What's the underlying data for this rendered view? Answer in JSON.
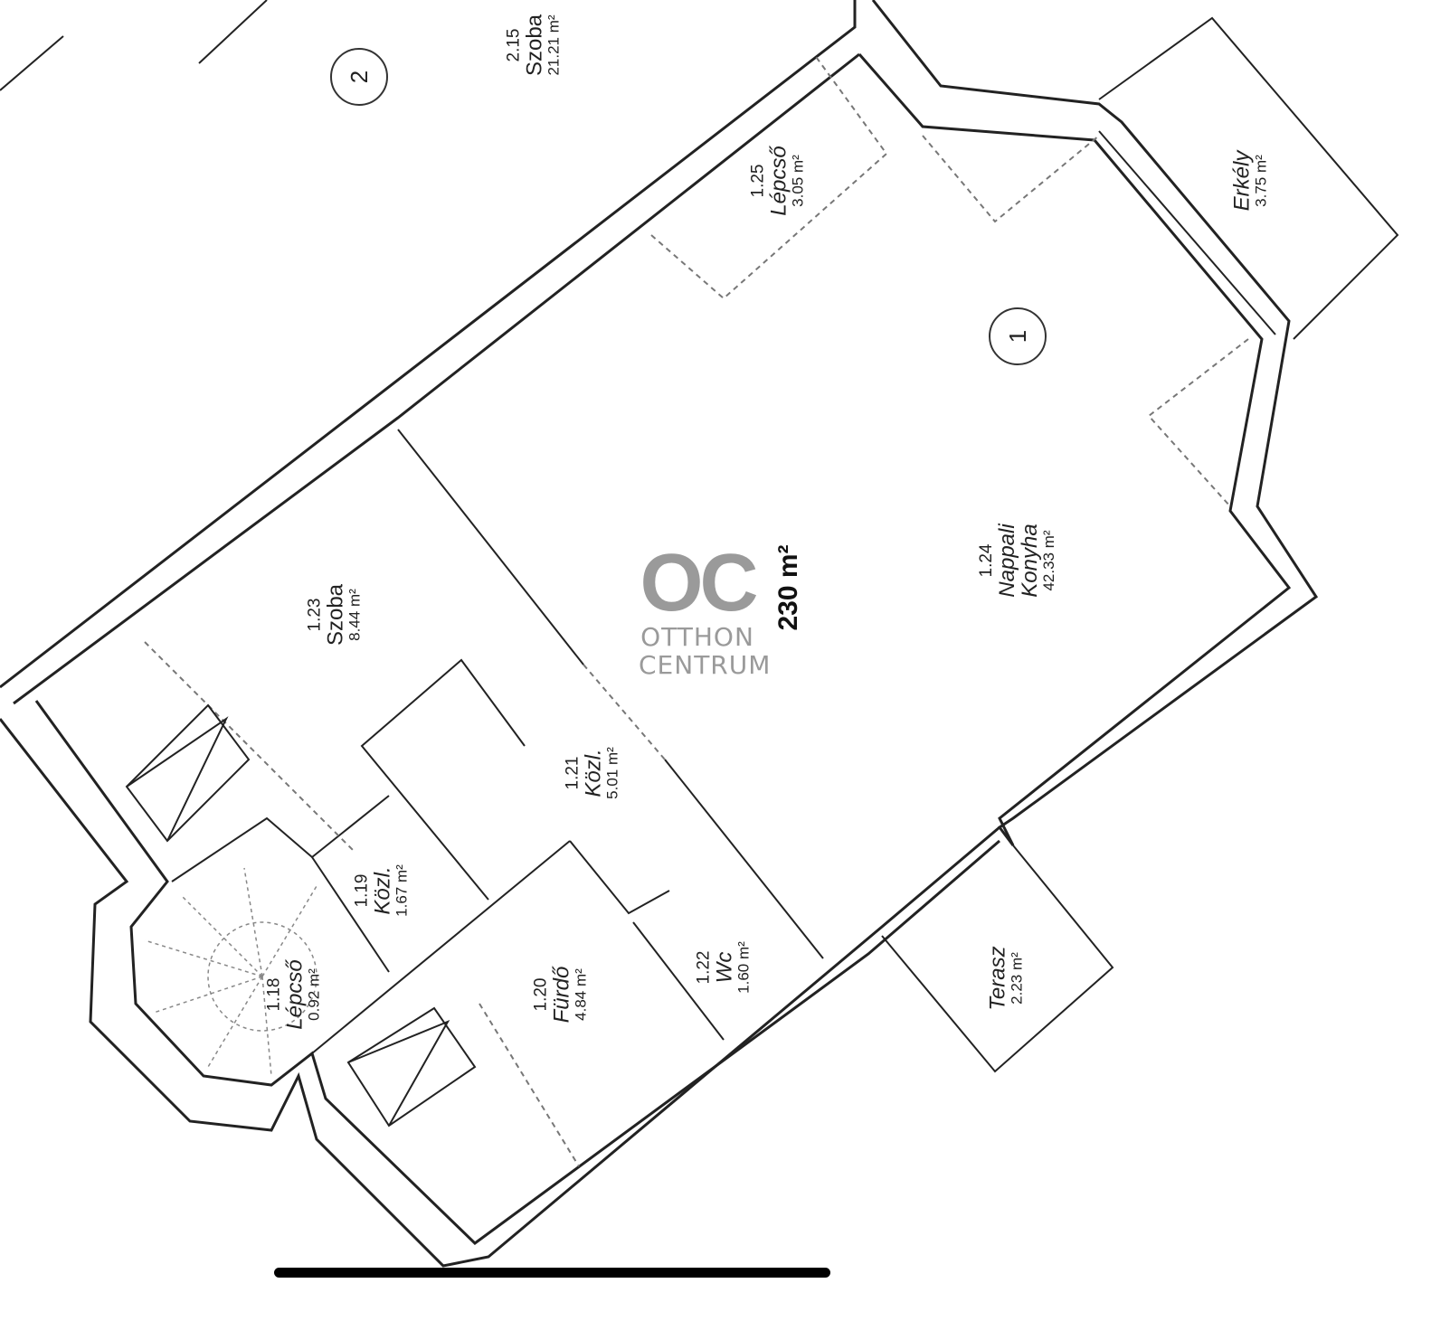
{
  "plan": {
    "total_area": "230 m²",
    "zone_markers": [
      "2",
      "1"
    ],
    "rooms": [
      {
        "number": "2.15",
        "name": "Szoba",
        "area": "21.21 m²"
      },
      {
        "number": "1.25",
        "name": "Lépcső",
        "area": "3.05 m²"
      },
      {
        "number": "",
        "name": "Erkély",
        "area": "3.75 m²"
      },
      {
        "number": "1.24",
        "name": "Nappali Konyha",
        "area": "42.33 m²"
      },
      {
        "number": "1.23",
        "name": "Szoba",
        "area": "8.44 m²"
      },
      {
        "number": "1.21",
        "name": "Közl.",
        "area": "5.01 m²"
      },
      {
        "number": "1.19",
        "name": "Közl.",
        "area": "1.67 m²"
      },
      {
        "number": "1.18",
        "name": "Lépcső",
        "area": "0.92 m²"
      },
      {
        "number": "1.20",
        "name": "Fürdő",
        "area": "4.84 m²"
      },
      {
        "number": "1.22",
        "name": "Wc",
        "area": "1.60 m²"
      },
      {
        "number": "",
        "name": "Terasz",
        "area": "2.23 m²"
      }
    ]
  },
  "watermark": {
    "mark": "OC",
    "line1": "OTTHON",
    "line2": "CENTRUM",
    "color": "#9a9a9a"
  }
}
